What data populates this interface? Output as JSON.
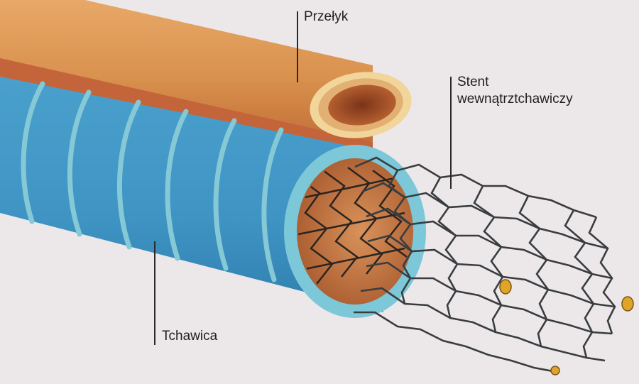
{
  "labels": {
    "esophagus": "Przełyk",
    "stent_line1": "Stent",
    "stent_line2": "wewnątrztchawiczy",
    "trachea": "Tchawica"
  },
  "colors": {
    "background": "#ece8ea",
    "esophagus_outer": "#d9914e",
    "esophagus_shadow": "#b4582e",
    "esophagus_inner": "#9a4a26",
    "esophagus_ring": "#f1d59a",
    "trachea_outer": "#3f94c4",
    "trachea_stripe": "#86c9d6",
    "trachea_rim": "#7cc7d8",
    "lumen": "#c1703e",
    "stent_wire": "#3a3d40",
    "marker": "#e0a42a"
  }
}
